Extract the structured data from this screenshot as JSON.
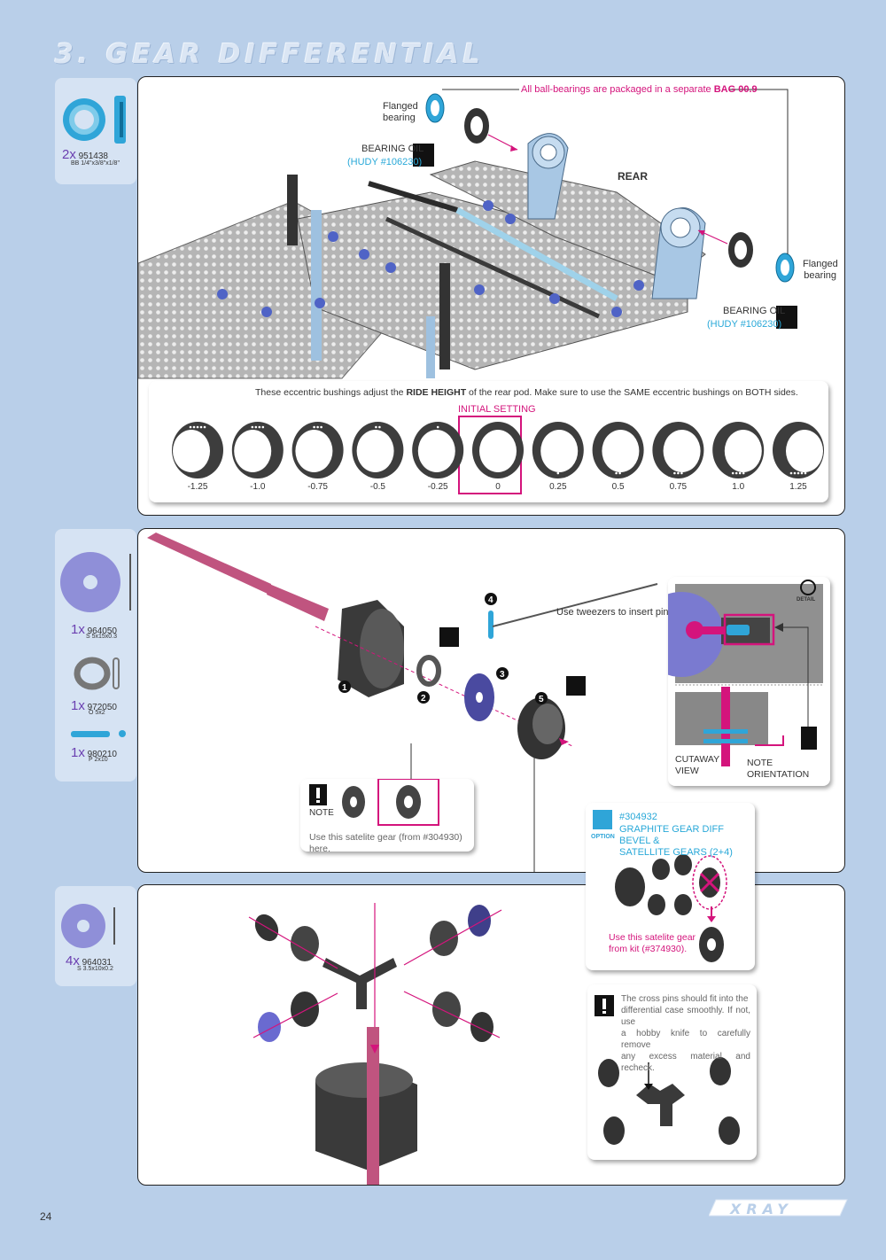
{
  "page": {
    "title": "3. GEAR DIFFERENTIAL",
    "number": "24",
    "brand": "XRAY"
  },
  "parts": {
    "p1": {
      "qty": "2x",
      "code": "951438",
      "spec": "BB 1/4\"x3/8\"x1/8\""
    },
    "p2": {
      "qty": "1x",
      "code": "964050",
      "spec": "S 5x15x0.3"
    },
    "p3": {
      "qty": "1x",
      "code": "972050",
      "spec": "O 5x2"
    },
    "p4": {
      "qty": "1x",
      "code": "980210",
      "spec": "P 2x10"
    },
    "p5": {
      "qty": "4x",
      "code": "964031",
      "spec": "S 3.5x10x0.2"
    }
  },
  "step1": {
    "bag_note_prefix": "All ball-bearings are packaged in a separate ",
    "bag_note_bag": "BAG 00.9",
    "flanged_top": [
      "Flanged",
      "bearing"
    ],
    "flanged_right": [
      "Flanged",
      "bearing"
    ],
    "oil_label": "BEARING OIL",
    "oil_code": "(HUDY #106230)",
    "rear": "REAR",
    "hudy": "HUDY",
    "oil": "OIL",
    "bushing_note_a": "These eccentric bushings adjust the ",
    "bushing_note_b": "RIDE HEIGHT",
    "bushing_note_c": " of the rear pod.  Make sure to use the SAME eccentric bushings on BOTH sides.",
    "initial_setting": "INITIAL SETTING",
    "bushings": [
      "-1.25",
      "-1.0",
      "-0.75",
      "-0.5",
      "-0.25",
      "0",
      "0.25",
      "0.5",
      "0.75",
      "1.0",
      "1.25"
    ]
  },
  "step2": {
    "tweezers": "Use tweezers to insert pin.",
    "note_title": "NOTE",
    "note_text": "Use this satelite gear (from #304930) here.",
    "cutaway": [
      "CUTAWAY",
      "VIEW"
    ],
    "note_orientation": "NOTE ORIENTATION",
    "detail": "DETAIL",
    "callouts": [
      "1",
      "2",
      "3",
      "4",
      "5"
    ],
    "option_label": "OPTION",
    "option_code": "#304932",
    "option_title": [
      "GRAPHITE GEAR DIFF BEVEL &",
      "SATELLITE GEARS (2+4)"
    ],
    "option_use": [
      "Use this satelite gear",
      "from kit (#374930)."
    ]
  },
  "step3": {
    "cross_note": [
      "The cross pins should fit into the",
      "differential case smoothly. If not, use",
      "a hobby knife to carefully remove",
      "any excess material and recheck."
    ]
  }
}
